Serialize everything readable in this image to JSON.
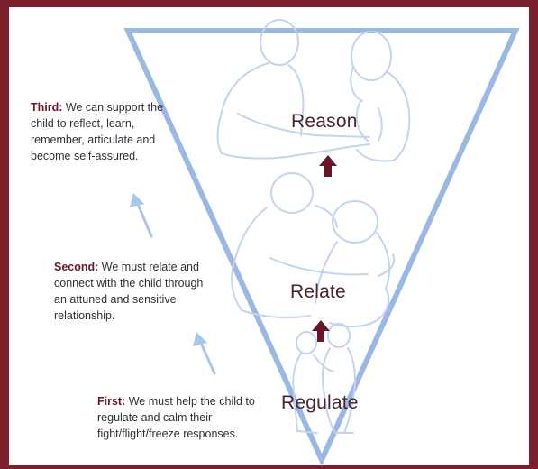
{
  "stages": {
    "reason": "Reason",
    "relate": "Relate",
    "regulate": "Regulate"
  },
  "steps": {
    "third": {
      "lead": "Third:",
      "body": " We can support the child to reflect, learn, remember, articulate and become self-assured."
    },
    "second": {
      "lead": "Second:",
      "body": " We must relate and connect with the child through an attuned and sensitive relationship."
    },
    "first": {
      "lead": "First:",
      "body": " We must help the child to regulate and calm their fight/flight/freeze responses."
    }
  },
  "colors": {
    "frame": "#7a1f2b",
    "triangle": "#9ab8e4",
    "arrow_light": "#a9c6ec",
    "arrow_dark": "#6b1626",
    "figure_outline": "#c3d4ef",
    "lead_text": "#6b1626",
    "body_text": "#2f2f3a"
  },
  "icons": {
    "up_arrow_dark": "arrow-up",
    "up_arrow_light": "arrow-up-diagonal"
  }
}
